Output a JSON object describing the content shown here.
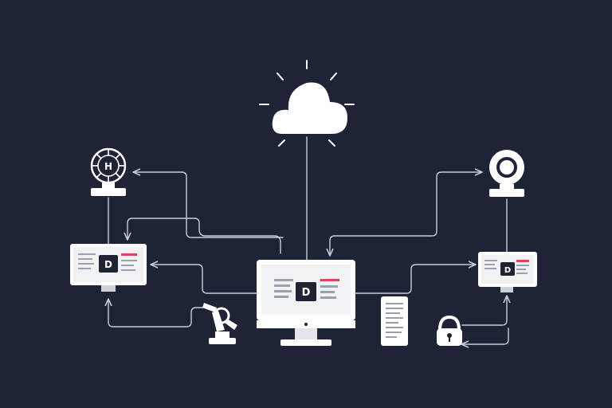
{
  "colors": {
    "background": "#1e2436",
    "line": "#c9ccd4",
    "device_fill": "#ffffff",
    "screen_fill": "#f1f2f4",
    "accent": "#d9485a",
    "text_bar": "#9aa0ab",
    "badge_fill": "#1f2433",
    "badge_text": "#ffffff"
  },
  "nodes": {
    "left_monitor": {
      "badge": "D"
    },
    "center_monitor": {
      "badge": "D"
    },
    "right_monitor": {
      "badge": "D"
    },
    "left_hub": {
      "glyph": "H"
    }
  },
  "icons": {
    "cloud": "cloud-icon",
    "left_hub": "wheel-hub-icon",
    "right_camera": "webcam-icon",
    "robot_arm": "robot-arm-icon",
    "document": "document-icon",
    "lock": "padlock-icon"
  }
}
